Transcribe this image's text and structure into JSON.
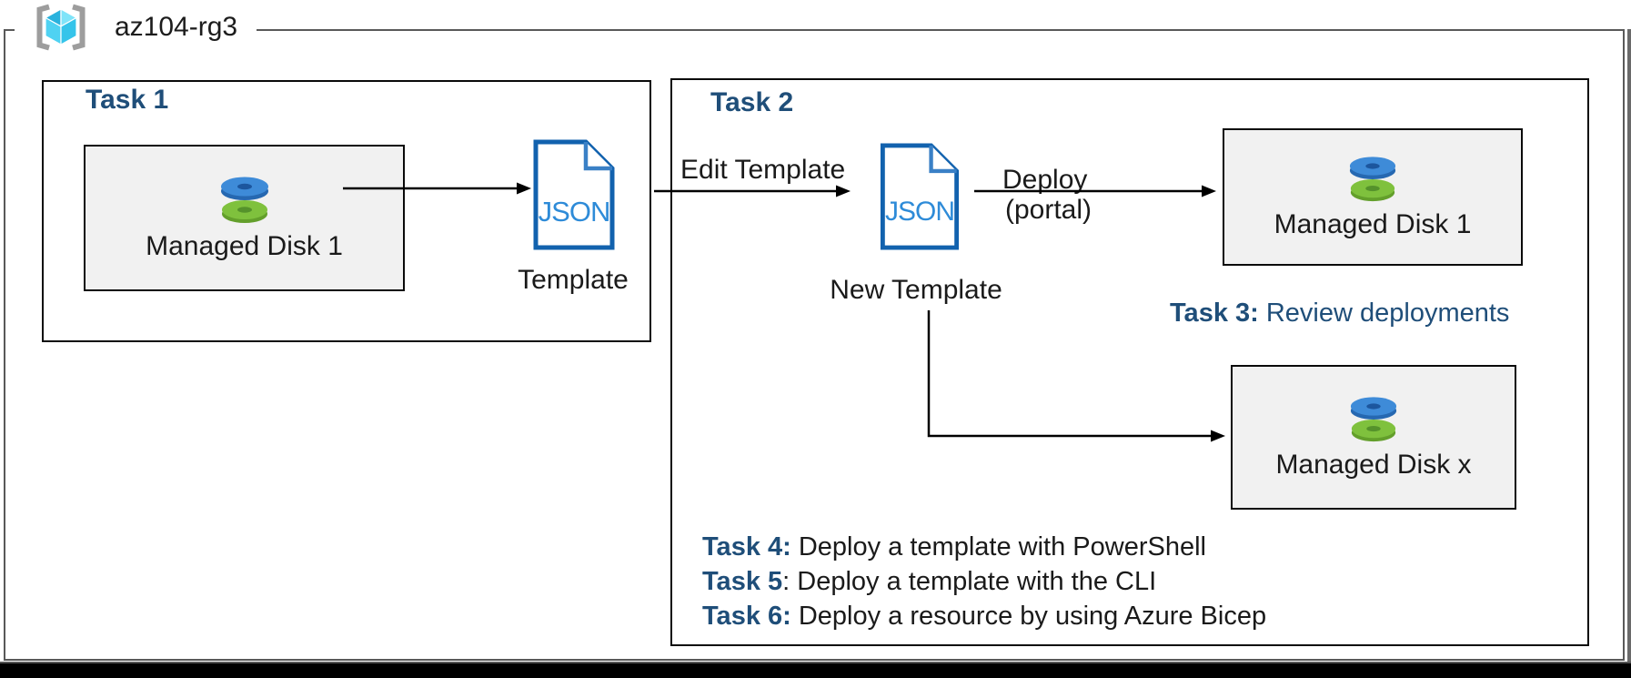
{
  "resource_group": {
    "name": "az104-rg3"
  },
  "task1": {
    "title": "Task 1",
    "disk1_label": "Managed Disk 1",
    "json_doc_text": "JSON",
    "template_label": "Template"
  },
  "task2": {
    "title": "Task 2",
    "edit_arrow_label": "Edit Template",
    "json_doc_text": "JSON",
    "new_template_label": "New Template",
    "deploy_label": "Deploy",
    "deploy_sublabel": "(portal)",
    "disk1_label": "Managed Disk 1",
    "diskx_label": "Managed Disk x",
    "task3_prefix": "Task 3:",
    "task3_text": " Review deployments",
    "tasks": [
      {
        "prefix": "Task 4:",
        "text": " Deploy a template with PowerShell"
      },
      {
        "prefix": "Task 5",
        "text": ": Deploy a template with the CLI"
      },
      {
        "prefix": "Task 6:",
        "text": " Deploy a resource by using Azure Bicep"
      }
    ]
  },
  "colors": {
    "heading_navy": "#1F4E79",
    "doc_border_blue": "#1262AE",
    "doc_text_blue": "#2E8BD8",
    "disk_blue": "#3E8BD8",
    "disk_green": "#7FC13D",
    "box_fill": "#F1F1F1",
    "rg_border_gray": "#595959",
    "cube_cyan": "#45CFF0",
    "bracket_gray": "#9D9D9D",
    "bottom_bar": "#000000"
  }
}
